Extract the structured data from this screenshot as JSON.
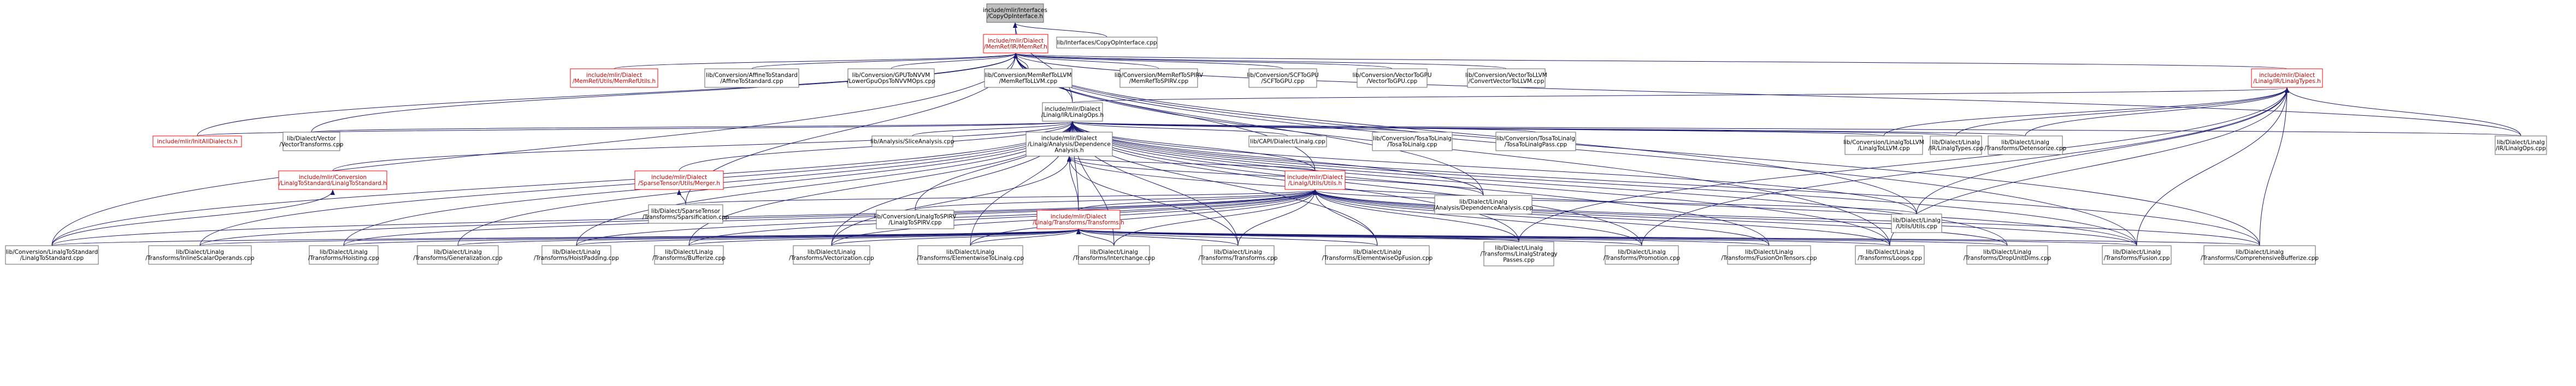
{
  "nodes": [
    {
      "id": "root",
      "lines": [
        "include/mlir/Interfaces",
        "/CopyOpInterface.h"
      ],
      "style": "root"
    },
    {
      "id": "memref",
      "lines": [
        "include/mlir/Dialect",
        "/MemRef/IR/MemRef.h"
      ],
      "style": "red"
    },
    {
      "id": "copyopcpp",
      "lines": [
        "lib/Interfaces/CopyOpInterface.cpp"
      ],
      "style": "normal"
    },
    {
      "id": "memrefutils",
      "lines": [
        "include/mlir/Dialect",
        "/MemRef/Utils/MemRefUtils.h"
      ],
      "style": "red"
    },
    {
      "id": "affinetostd",
      "lines": [
        "lib/Conversion/AffineToStandard",
        "/AffineToStandard.cpp"
      ],
      "style": "normal"
    },
    {
      "id": "gputonvvm",
      "lines": [
        "lib/Conversion/GPUToNVVM",
        "/LowerGpuOpsToNVVMOps.cpp"
      ],
      "style": "normal"
    },
    {
      "id": "memreftollvm",
      "lines": [
        "lib/Conversion/MemRefToLLVM",
        "/MemRefToLLVM.cpp"
      ],
      "style": "normal"
    },
    {
      "id": "memreftospirv",
      "lines": [
        "lib/Conversion/MemRefToSPIRV",
        "/MemRefToSPIRV.cpp"
      ],
      "style": "normal"
    },
    {
      "id": "scftogpu",
      "lines": [
        "lib/Conversion/SCFToGPU",
        "/SCFToGPU.cpp"
      ],
      "style": "normal"
    },
    {
      "id": "vectortogpu",
      "lines": [
        "lib/Conversion/VectorToGPU",
        "/VectorToGPU.cpp"
      ],
      "style": "normal"
    },
    {
      "id": "vectortollvm",
      "lines": [
        "lib/Conversion/VectorToLLVM",
        "/ConvertVectorToLLVM.cpp"
      ],
      "style": "normal"
    },
    {
      "id": "linalgtypes",
      "lines": [
        "include/mlir/Dialect",
        "/Linalg/IR/LinalgTypes.h"
      ],
      "style": "red"
    },
    {
      "id": "linalgops",
      "lines": [
        "include/mlir/Dialect",
        "/Linalg/IR/LinalgOps.h"
      ],
      "style": "normal"
    },
    {
      "id": "alldialects",
      "lines": [
        "include/mlir/InitAllDialects.h"
      ],
      "style": "red"
    },
    {
      "id": "vectortransforms",
      "lines": [
        "lib/Dialect/Vector",
        "/VectorTransforms.cpp"
      ],
      "style": "normal"
    },
    {
      "id": "slicinganalysis",
      "lines": [
        "lib/Analysis/SliceAnalysis.cpp"
      ],
      "style": "normal"
    },
    {
      "id": "depanalysis",
      "lines": [
        "include/mlir/Dialect",
        "/Linalg/Analysis/Dependence",
        "Analysis.h"
      ],
      "style": "normal"
    },
    {
      "id": "capilinalg",
      "lines": [
        "lib/CAPI/Dialect/Linalg.cpp"
      ],
      "style": "normal"
    },
    {
      "id": "tosatolinalg",
      "lines": [
        "lib/Conversion/TosaToLinalg",
        "/TosaToLinalg.cpp"
      ],
      "style": "normal"
    },
    {
      "id": "tosatolinalgpass",
      "lines": [
        "lib/Conversion/TosaToLinalg",
        "/TosaToLinalgPass.cpp"
      ],
      "style": "normal"
    },
    {
      "id": "linalgtollvm",
      "lines": [
        "lib/Conversion/LinalgToLLVM",
        "/LinalgToLLVM.cpp"
      ],
      "style": "normal"
    },
    {
      "id": "linalgtypescpp",
      "lines": [
        "lib/Dialect/Linalg",
        "/IR/LinalgTypes.cpp"
      ],
      "style": "normal"
    },
    {
      "id": "detensorize",
      "lines": [
        "lib/Dialect/Linalg",
        "/Transforms/Detensorize.cpp"
      ],
      "style": "normal"
    },
    {
      "id": "linalgopscpp",
      "lines": [
        "lib/Dialect/Linalg",
        "/IR/LinalgOps.cpp"
      ],
      "style": "normal"
    },
    {
      "id": "linalgtostdh",
      "lines": [
        "include/mlir/Conversion",
        "/LinalgToStandard/LinalgToStandard.h"
      ],
      "style": "red"
    },
    {
      "id": "sparsemerger",
      "lines": [
        "include/mlir/Dialect",
        "/SparseTensor/Utils/Merger.h"
      ],
      "style": "red"
    },
    {
      "id": "linalgutils",
      "lines": [
        "include/mlir/Dialect",
        "/Linalg/Utils/Utils.h"
      ],
      "style": "red"
    },
    {
      "id": "depanalysiscpp",
      "lines": [
        "lib/Dialect/Linalg",
        "/Analysis/DependenceAnalysis.cpp"
      ],
      "style": "normal"
    },
    {
      "id": "linalgtospirv",
      "lines": [
        "lib/Conversion/LinalgToSPIRV",
        "/LinalgToSPIRV.cpp"
      ],
      "style": "normal"
    },
    {
      "id": "linalgtransforms",
      "lines": [
        "include/mlir/Dialect",
        "/Linalg/Transforms/Transforms.h"
      ],
      "style": "red"
    },
    {
      "id": "sparsification",
      "lines": [
        "lib/Dialect/SparseTensor",
        "/Transforms/Sparsification.cpp"
      ],
      "style": "normal"
    },
    {
      "id": "utilscpp",
      "lines": [
        "lib/Dialect/Linalg",
        "/Utils/Utils.cpp"
      ],
      "style": "normal"
    },
    {
      "id": "linalgtostdcpp",
      "lines": [
        "lib/Conversion/LinalgToStandard",
        "/LinalgToStandard.cpp"
      ],
      "style": "normal"
    },
    {
      "id": "inlinescalar",
      "lines": [
        "lib/Dialect/Linalg",
        "/Transforms/InlineScalarOperands.cpp"
      ],
      "style": "normal"
    },
    {
      "id": "hoisting",
      "lines": [
        "lib/Dialect/Linalg",
        "/Transforms/Hoisting.cpp"
      ],
      "style": "normal"
    },
    {
      "id": "generalization",
      "lines": [
        "lib/Dialect/Linalg",
        "/Transforms/Generalization.cpp"
      ],
      "style": "normal"
    },
    {
      "id": "hoistpadding",
      "lines": [
        "lib/Dialect/Linalg",
        "/Transforms/HoistPadding.cpp"
      ],
      "style": "normal"
    },
    {
      "id": "bufferize",
      "lines": [
        "lib/Dialect/Linalg",
        "/Transforms/Bufferize.cpp"
      ],
      "style": "normal"
    },
    {
      "id": "vectorization",
      "lines": [
        "lib/Dialect/Linalg",
        "/Transforms/Vectorization.cpp"
      ],
      "style": "normal"
    },
    {
      "id": "elementwisetolinalg",
      "lines": [
        "lib/Dialect/Linalg",
        "/Transforms/ElementwiseToLinalg.cpp"
      ],
      "style": "normal"
    },
    {
      "id": "interchange",
      "lines": [
        "lib/Dialect/Linalg",
        "/Transforms/Interchange.cpp"
      ],
      "style": "normal"
    },
    {
      "id": "transformscpp",
      "lines": [
        "lib/Dialect/Linalg",
        "/Transforms/Transforms.cpp"
      ],
      "style": "normal"
    },
    {
      "id": "elementwisefusion",
      "lines": [
        "lib/Dialect/Linalg",
        "/Transforms/ElementwiseOpFusion.cpp"
      ],
      "style": "normal"
    },
    {
      "id": "linalgstrategy",
      "lines": [
        "lib/Dialect/Linalg",
        "/Transforms/LinalgStrategy",
        "Passes.cpp"
      ],
      "style": "normal"
    },
    {
      "id": "promotion",
      "lines": [
        "lib/Dialect/Linalg",
        "/Transforms/Promotion.cpp"
      ],
      "style": "normal"
    },
    {
      "id": "fusionontensors",
      "lines": [
        "lib/Dialect/Linalg",
        "/Transforms/FusionOnTensors.cpp"
      ],
      "style": "normal"
    },
    {
      "id": "loops",
      "lines": [
        "lib/Dialect/Linalg",
        "/Transforms/Loops.cpp"
      ],
      "style": "normal"
    },
    {
      "id": "dropunitdims",
      "lines": [
        "lib/Dialect/Linalg",
        "/Transforms/DropUnitDims.cpp"
      ],
      "style": "normal"
    },
    {
      "id": "fusion",
      "lines": [
        "lib/Dialect/Linalg",
        "/Transforms/Fusion.cpp"
      ],
      "style": "normal"
    },
    {
      "id": "comprehensivebufferize",
      "lines": [
        "lib/Dialect/Linalg",
        "/Transforms/ComprehensiveBufferize.cpp"
      ],
      "style": "normal"
    }
  ],
  "colors": {
    "edge": "#191970",
    "root_fill": "#bfbfbf",
    "red_border": "#ff0000",
    "box_border": "#666666"
  }
}
